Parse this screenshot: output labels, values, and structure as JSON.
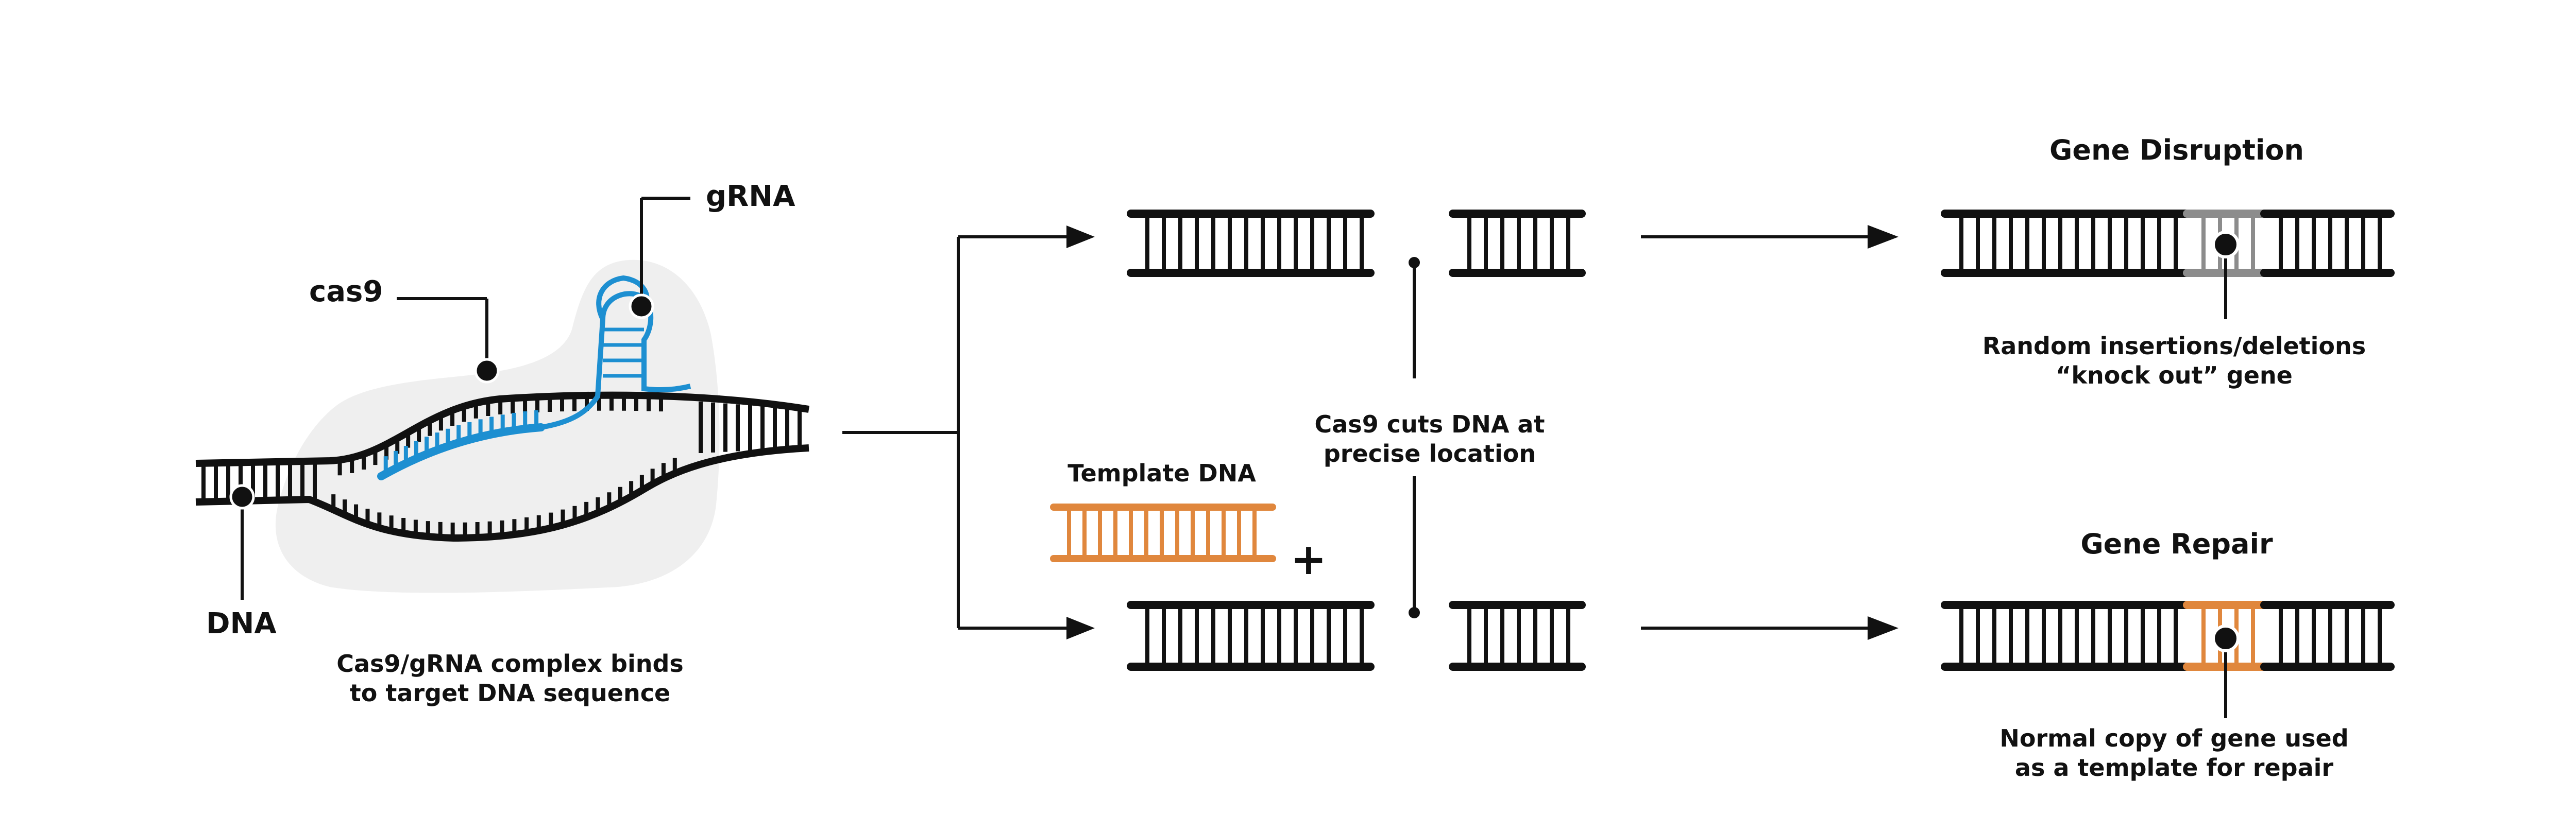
{
  "labels": {
    "grna": "gRNA",
    "cas9": "cas9",
    "dna": "DNA",
    "template_dna": "Template DNA",
    "plus": "+"
  },
  "captions": {
    "binding_line1": "Cas9/gRNA complex binds",
    "binding_line2": "to target DNA sequence",
    "cut_line1": "Cas9 cuts DNA at",
    "cut_line2": "precise location",
    "disruption_line1": "Random insertions/deletions",
    "disruption_line2": "“knock out” gene",
    "repair_line1": "Normal copy of gene used",
    "repair_line2": "as a template for repair"
  },
  "titles": {
    "gene_disruption": "Gene Disruption",
    "gene_repair": "Gene Repair"
  },
  "colors": {
    "dna": "#111111",
    "grna": "#1d8fd1",
    "template": "#e0873d",
    "disrupted_segment": "#8c8c8c",
    "cas9_blob": "#efefef"
  }
}
